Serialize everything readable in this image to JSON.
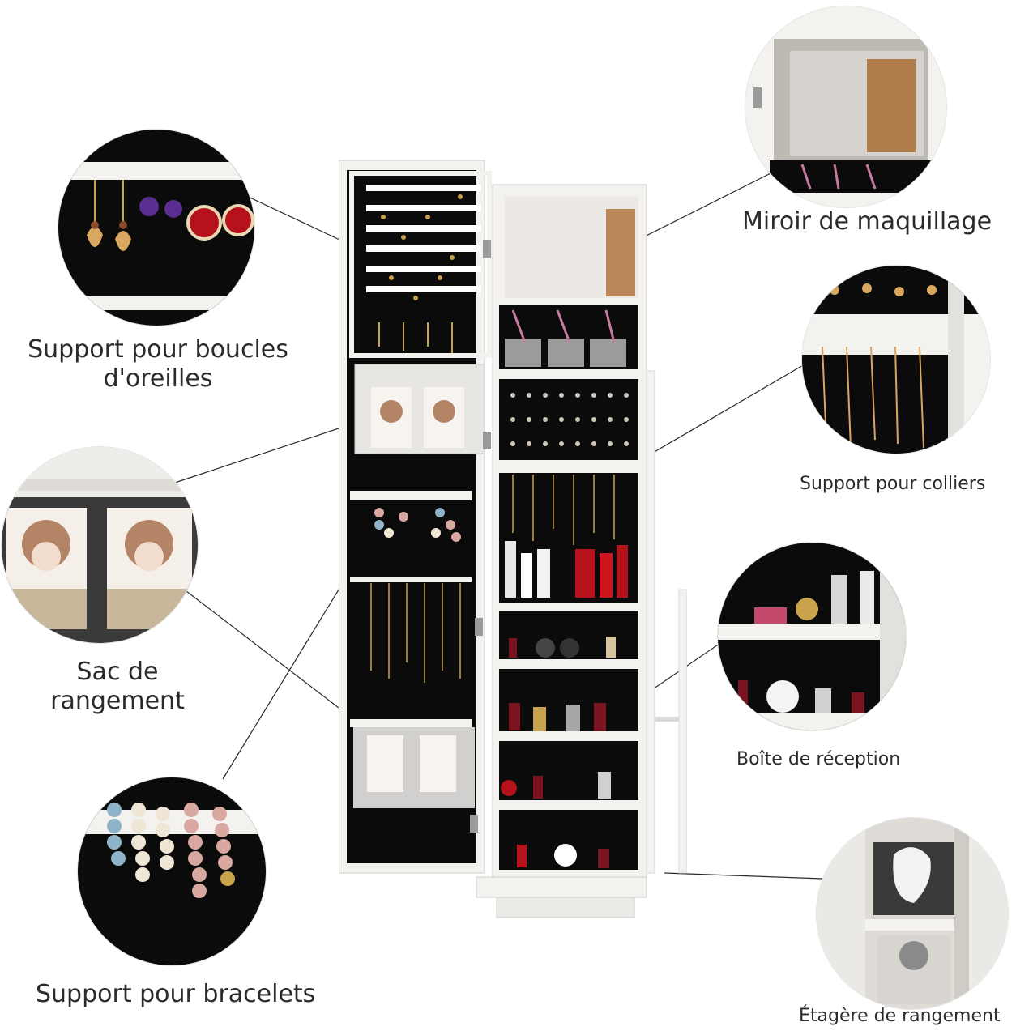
{
  "labels": {
    "earrings": "Support pour boucles\nd'oreilles",
    "mirror": "Miroir de maquillage",
    "necklaces": "Support pour colliers",
    "bag": "Sac de\nrangement",
    "box": "Boîte de réception",
    "bracelets": "Support pour bracelets",
    "shelf": "Étagère de rangement"
  },
  "colors": {
    "black_panel": "#0b0b0b",
    "white_frame": "#f3f2ef",
    "bracelet_pink": "#d9a8a0",
    "bracelet_blue": "#8fb3c9",
    "pearl": "#efe6d6",
    "red_gem": "#b5121b",
    "purple_gem": "#5a2d91"
  }
}
